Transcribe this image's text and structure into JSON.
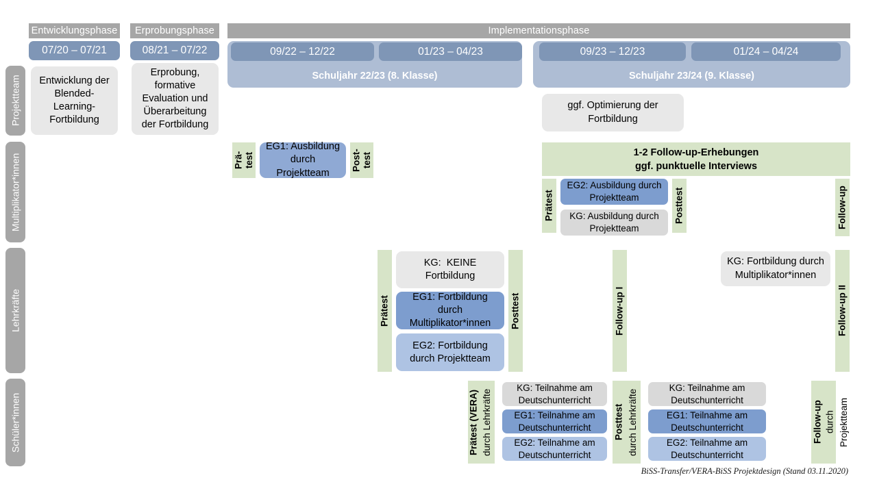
{
  "title": "BiSS-Transfer / VERA-BiSS Projektdesign",
  "colors": {
    "phase_bar": "#A6A6A6",
    "date_box": "#7F96B6",
    "school_year_bar": "#AEBDD4",
    "side_label": "#A6A6A6",
    "grey_content": "#E8E8E8",
    "grey_group": "#D9D9D9",
    "blue_eg1": "#7D9DCE",
    "blue_eg2": "#AEC3E3",
    "blue_mid": "#8FA9D4",
    "green_test": "#D7E4C8",
    "background": "#FFFFFF"
  },
  "phases": [
    {
      "label": "Entwicklungsphase"
    },
    {
      "label": "Erprobungsphase"
    },
    {
      "label": "Implementationsphase"
    }
  ],
  "periods": [
    {
      "label": "07/20 – 07/21"
    },
    {
      "label": "08/21 – 07/22"
    },
    {
      "label": "09/22 – 12/22"
    },
    {
      "label": "01/23 – 04/23"
    },
    {
      "label": "09/23 – 12/23"
    },
    {
      "label": "01/24 – 04/24"
    }
  ],
  "school_years": [
    {
      "label": "Schuljahr 22/23 (8. Klasse)"
    },
    {
      "label": "Schuljahr 23/24 (9. Klasse)"
    }
  ],
  "rows": [
    {
      "key": "projektteam",
      "label": "Projektteam"
    },
    {
      "key": "multiplikatorinnen",
      "label": "Multiplikator*innen"
    },
    {
      "key": "lehrkraefte",
      "label": "Lehrkräfte"
    },
    {
      "key": "schuelerinnen",
      "label": "Schüler*innen"
    }
  ],
  "projektteam": {
    "entwicklung": "Entwicklung der\nBlended-\nLearning-\nFortbildung",
    "erprobung": "Erprobung,\nformative\nEvaluation und\nÜberarbeitung\nder Fortbildung",
    "optimierung": "ggf. Optimierung der\nFortbildung"
  },
  "multiplikatorinnen": {
    "praetest_short": "Prä-\ntest",
    "posttest_short": "Post-\ntest",
    "eg1": "EG1: Ausbildung\ndurch\nProjektteam",
    "followup_band": "1-2 Follow-up-Erhebungen\nggf. punktuelle Interviews",
    "praetest": "Prätest",
    "posttest": "Posttest",
    "eg2": "EG2: Ausbildung durch\nProjektteam",
    "kg": "KG: Ausbildung durch\nProjektteam",
    "followup": "Follow-up"
  },
  "lehrkraefte": {
    "praetest": "Prätest",
    "posttest": "Posttest",
    "kg_keine": "KG:  KEINE\nFortbildung",
    "eg1": "EG1: Fortbildung\ndurch\nMultiplikator*innen",
    "eg2": "EG2: Fortbildung\ndurch Projektteam",
    "followup1": "Follow-up I",
    "followup2": "Follow-up II",
    "kg_fortbildung": "KG: Fortbildung durch\nMultiplikator*innen"
  },
  "schuelerinnen": {
    "praetest_vera": "Prätest (VERA)",
    "praetest_vera_sub": "durch Lehrkräfte",
    "posttest": "Posttest",
    "posttest_sub": "durch Lehrkräfte",
    "followup": "Follow-up",
    "followup_sub": "durch",
    "followup_sub2": "Projektteam",
    "left_kg": "KG: Teilnahme am\nDeutschunterricht",
    "left_eg1": "EG1: Teilnahme am\nDeutschunterricht",
    "left_eg2": "EG2: Teilnahme am\nDeutschunterricht",
    "right_kg": "KG: Teilnahme am\nDeutschunterricht",
    "right_eg1": "EG1: Teilnahme am\nDeutschunterricht",
    "right_eg2": "EG2: Teilnahme am\nDeutschunterricht"
  },
  "footer": "BiSS-Transfer/VERA-BiSS Projektdesign (Stand 03.11.2020)"
}
